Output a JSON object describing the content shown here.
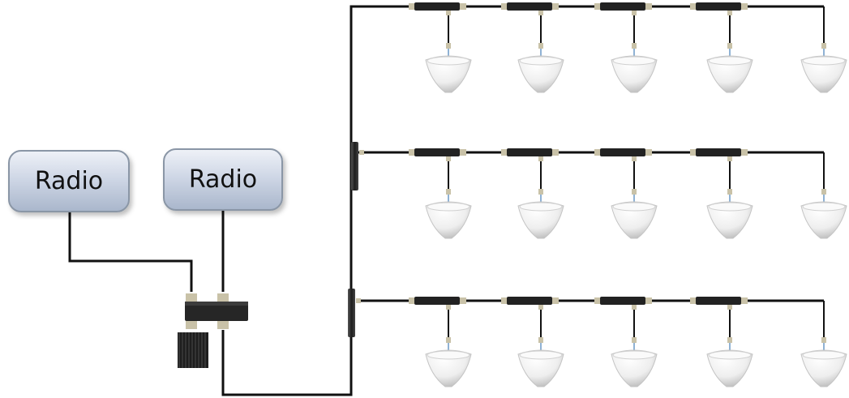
{
  "radios": [
    {
      "label": "Radio"
    },
    {
      "label": "Radio"
    }
  ],
  "antenna_grid": {
    "rows": 3,
    "columns": 5
  },
  "colors": {
    "cable": "#111111",
    "combiner": "#2a2a2a",
    "heatsink": "#1e1e1e",
    "connector": "#c9c2a8",
    "antenna": "#f4f4f4",
    "radio_gradient_top": "#eef1f7",
    "radio_gradient_bottom": "#aab7cc"
  },
  "icons": [
    "radio-box",
    "hybrid-combiner",
    "load-heatsink",
    "power-splitter",
    "tap-coupler",
    "ceiling-dome-antenna"
  ]
}
